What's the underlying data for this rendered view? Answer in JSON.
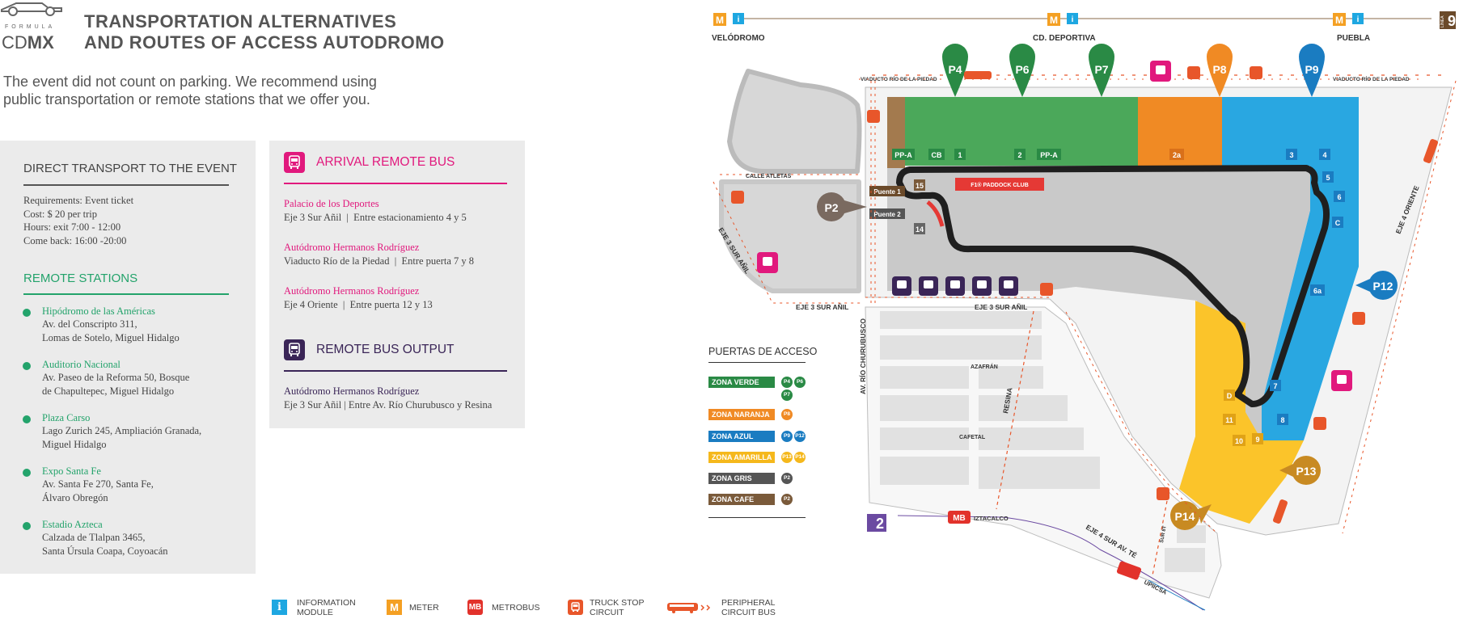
{
  "header": {
    "logo_sub": "FORMULA",
    "logo_main_a": "CD",
    "logo_main_b": "MX",
    "title_line1": "TRANSPORTATION ALTERNATIVES",
    "title_line2": "AND ROUTES OF ACCESS AUTODROMO",
    "intro_line1": "The event did not count on parking. We recommend using",
    "intro_line2": "public transportation or remote stations that we offer you."
  },
  "direct": {
    "heading": "DIRECT TRANSPORT TO THE EVENT",
    "lines": [
      "Requirements: Event ticket",
      "Cost: $ 20 per trip",
      "Hours: exit 7:00 - 12:00",
      "Come back: 16:00 -20:00"
    ]
  },
  "remote": {
    "heading": "REMOTE STATIONS",
    "stations": [
      {
        "name": "Hipódromo de las Américas",
        "addr1": "Av. del Conscripto 311,",
        "addr2": "Lomas de Sotelo, Miguel Hidalgo"
      },
      {
        "name": "Auditorio Nacional",
        "addr1": "Av. Paseo de la Reforma 50, Bosque",
        "addr2": "de Chapultepec, Miguel Hidalgo"
      },
      {
        "name": "Plaza Carso",
        "addr1": "Lago Zurich 245, Ampliación Granada,",
        "addr2": "Miguel Hidalgo"
      },
      {
        "name": "Expo Santa Fe",
        "addr1": "Av. Santa Fe 270, Santa Fe,",
        "addr2": "Álvaro Obregón"
      },
      {
        "name": "Estadio Azteca",
        "addr1": "Calzada de Tlalpan 3465,",
        "addr2": "Santa Úrsula Coapa, Coyoacán"
      }
    ]
  },
  "arrival": {
    "heading": "ARRIVAL REMOTE BUS",
    "items": [
      {
        "place": "Palacio de los Deportes",
        "detail": "Eje 3 Sur Añil  |  Entre estacionamiento 4 y 5"
      },
      {
        "place": "Autódromo Hermanos Rodríguez",
        "detail": "Viaducto Río de la Piedad  |  Entre puerta 7 y 8"
      },
      {
        "place": "Autódromo Hermanos Rodríguez",
        "detail": "Eje 4 Oriente  |  Entre puerta 12 y 13"
      }
    ]
  },
  "output": {
    "heading": "REMOTE BUS OUTPUT",
    "place": "Autódromo Hermanos Rodríguez",
    "detail": "Eje 3 Sur Añil | Entre Av. Río Churubusco y Resina"
  },
  "legend": {
    "info": "INFORMATION\nMODULE",
    "info_l1": "INFORMATION",
    "info_l2": "MODULE",
    "meter": "METER",
    "metrobus": "METROBUS",
    "truck_l1": "TRUCK STOP",
    "truck_l2": "CIRCUIT",
    "peri_l1": "PERIPHERAL",
    "peri_l2": "CIRCUIT BUS"
  },
  "map": {
    "stations_top": [
      "VELÓDROMO",
      "CD. DEPORTIVA",
      "PUEBLA"
    ],
    "line_badge_top": "9",
    "line_badge_bottom": "2",
    "line_word": "LÍNEA",
    "gates_top": [
      "P4",
      "P6",
      "P7",
      "P8",
      "P9"
    ],
    "gate_p2": "P2",
    "gate_p12": "P12",
    "gate_p13": "P13",
    "gate_p14": "P14",
    "streets": {
      "viaducto_left": "VIADUCTO RÍO DE LA PIEDAD",
      "viaducto_right": "VIADUCTO RÍO DE LA PIEDAD",
      "calle_atletas": "CALLE ATLETAS",
      "eje3_diag": "EJE 3 SUR AÑIL",
      "eje3_left": "EJE 3 SUR AÑIL",
      "eje3_mid": "EJE 3 SUR AÑIL",
      "rio_churubusco": "AV. RÍO CHURUBUSCO",
      "eje4_oriente": "EJE 4 ORIENTE",
      "azafran": "AZAFRÁN",
      "cafetal": "CAFETAL",
      "resina": "RESINA",
      "eje4_sur": "EJE 4 SUR AV. TÉ",
      "sur8": "SUR 8T",
      "iztacalco": "IZTACALCO",
      "upiicsa": "UPIICSA"
    },
    "puente1": "Puente 1",
    "puente2": "Puente 2",
    "paddock": "F1® PADDOCK CLUB",
    "labels": {
      "ppa1": "PP-A",
      "cb": "CB",
      "one": "1",
      "two": "2",
      "ppa2": "PP-A",
      "twoa": "2a",
      "three": "3",
      "four": "4",
      "five": "5",
      "six": "6",
      "c": "C",
      "sixa": "6a",
      "seven": "7",
      "eight": "8",
      "d": "D",
      "eleven": "11",
      "ten": "10",
      "nine": "9",
      "fifteen": "15",
      "fourteen": "14"
    },
    "zones_heading": "PUERTAS DE ACCESO",
    "zones": [
      {
        "name": "ZONA VERDE",
        "gates": [
          "P4",
          "P6",
          "P7"
        ],
        "color": "#2a8a45"
      },
      {
        "name": "ZONA NARANJA",
        "gates": [
          "P8"
        ],
        "color": "#f08a24"
      },
      {
        "name": "ZONA AZUL",
        "gates": [
          "P9",
          "P12"
        ],
        "color": "#1a7cc1"
      },
      {
        "name": "ZONA AMARILLA",
        "gates": [
          "P13",
          "P14"
        ],
        "color": "#f5b81c"
      },
      {
        "name": "ZONA GRIS",
        "gates": [
          "P2"
        ],
        "color": "#555555"
      },
      {
        "name": "ZONA CAFE",
        "gates": [
          "P2"
        ],
        "color": "#7a5a3a"
      }
    ]
  },
  "colors": {
    "green": "#23a36b",
    "pink": "#e1197d",
    "purple": "#3a2557",
    "zone_green": "#4ba85a",
    "zone_orange": "#f08a24",
    "zone_blue": "#29a7e1",
    "zone_yellow": "#fbc42a",
    "zone_gray": "#c9c9c9",
    "zone_brown": "#a37a4e"
  }
}
